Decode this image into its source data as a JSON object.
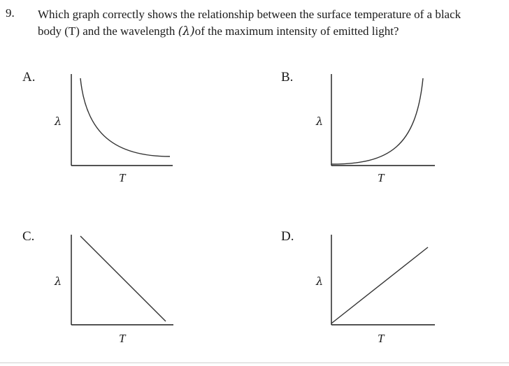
{
  "question": {
    "number": "9.",
    "line1": "Which graph correctly shows the relationship between the surface temperature of a black",
    "line2_before": "body (T) and the wavelength ",
    "line2_symbol": "(λ)",
    "line2_after": "of the maximum intensity of emitted light?"
  },
  "options": [
    {
      "label": "A.",
      "y_label": "λ",
      "x_label": "T",
      "curve": "decreasing-hyperbola"
    },
    {
      "label": "B.",
      "y_label": "λ",
      "x_label": "T",
      "curve": "increasing-exponential"
    },
    {
      "label": "C.",
      "y_label": "λ",
      "x_label": "T",
      "curve": "decreasing-linear"
    },
    {
      "label": "D.",
      "y_label": "λ",
      "x_label": "T",
      "curve": "increasing-linear"
    }
  ],
  "colors": {
    "text": "#1a1a1a",
    "axis": "#1a1a1a",
    "curve": "#333333"
  }
}
